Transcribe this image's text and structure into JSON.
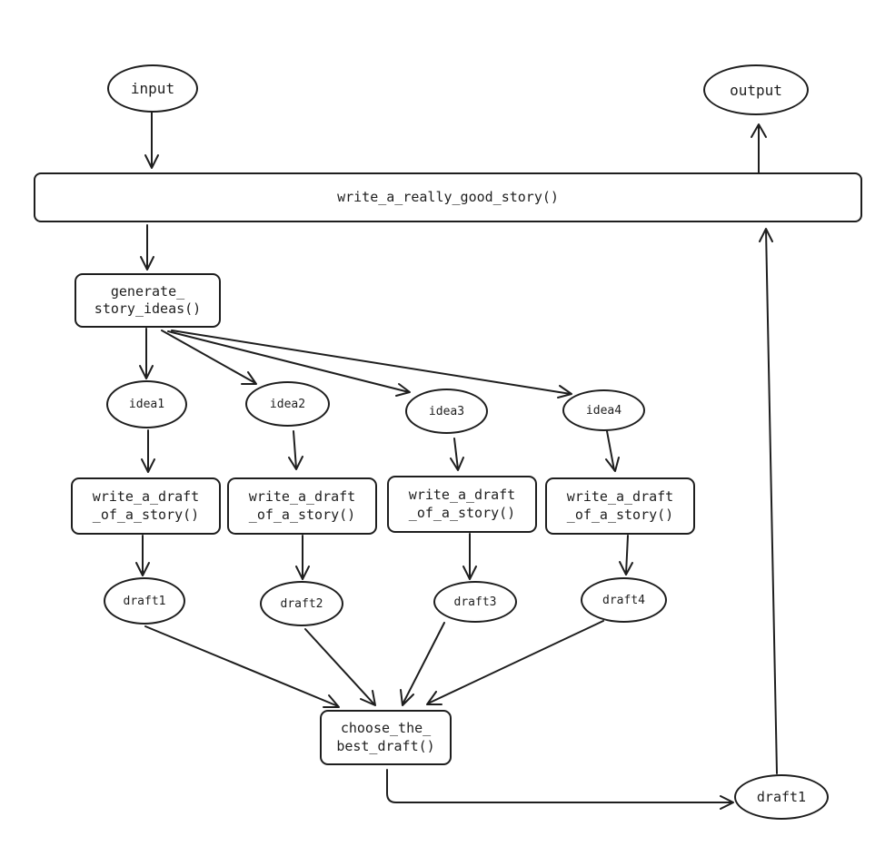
{
  "nodes": {
    "input": "input",
    "output": "output",
    "main_function": "write_a_really_good_story()",
    "generate_ideas": "generate_\nstory_ideas()",
    "ideas": [
      "idea1",
      "idea2",
      "idea3",
      "idea4"
    ],
    "write_draft": "write_a_draft\n_of_a_story()",
    "drafts": [
      "draft1",
      "draft2",
      "draft3",
      "draft4"
    ],
    "choose_best": "choose_the_\nbest_draft()",
    "result": "draft1"
  },
  "colors": {
    "stroke": "#1e1e1e",
    "background": "#ffffff"
  }
}
